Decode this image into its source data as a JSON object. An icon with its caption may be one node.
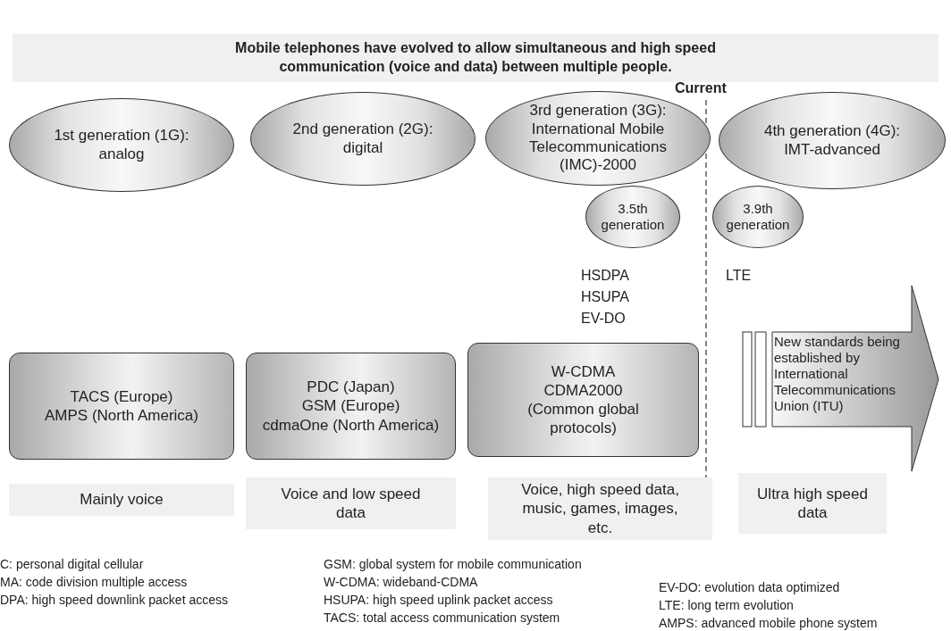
{
  "diagram": {
    "title": "Mobile telephones have evolved to allow simultaneous and high speed communication (voice and data) between multiple people.",
    "nodes": [
      {
        "text": [
          "1st generation (1G): analog"
        ]
      },
      {
        "text": [
          "2nd generation (2G): digital"
        ]
      },
      {
        "text": [
          "3rd generation (3G): International Mobile Telecommunications (IMC)-2000"
        ]
      },
      {
        "text": [
          "3.5th generation"
        ]
      },
      {
        "text": [
          "4th generation (4G): IMT-advanced"
        ]
      },
      {
        "text": [
          "3.9th generation"
        ]
      },
      {
        "text": [
          "TACS (Europe)",
          "AMPS (North America)"
        ]
      },
      {
        "text": [
          "PDC (Japan)",
          "GSM (Europe)",
          "cdmaOne (North America)"
        ]
      },
      {
        "text": [
          "W-CDMA",
          "CDMA2000",
          "(Common global protocols)"
        ]
      },
      {
        "text": [
          "New standards being established by International Telecommunications Union (ITU)"
        ]
      },
      {
        "text": [
          "Mainly voice"
        ]
      },
      {
        "text": [
          "Voice and low speed data"
        ]
      },
      {
        "text": [
          "Voice, high speed data, music, games, images, etc."
        ]
      },
      {
        "text": [
          "Ultra high speed data"
        ]
      }
    ],
    "labels": [
      "Current",
      "HSDPA",
      "HSUPA",
      "EV-DO",
      "LTE",
      "C: personal digital cellular",
      "GSM: global system for mobile communication",
      "MA: code division multiple access",
      "W-CDMA: wideband-CDMA",
      "EV-DO: evolution data optimized",
      "DPA: high speed downlink packet access",
      "HSUPA: high speed uplink packet access",
      "LTE: long term evolution",
      "TACS: total access communication system",
      "AMPS: advanced mobile phone system"
    ]
  }
}
